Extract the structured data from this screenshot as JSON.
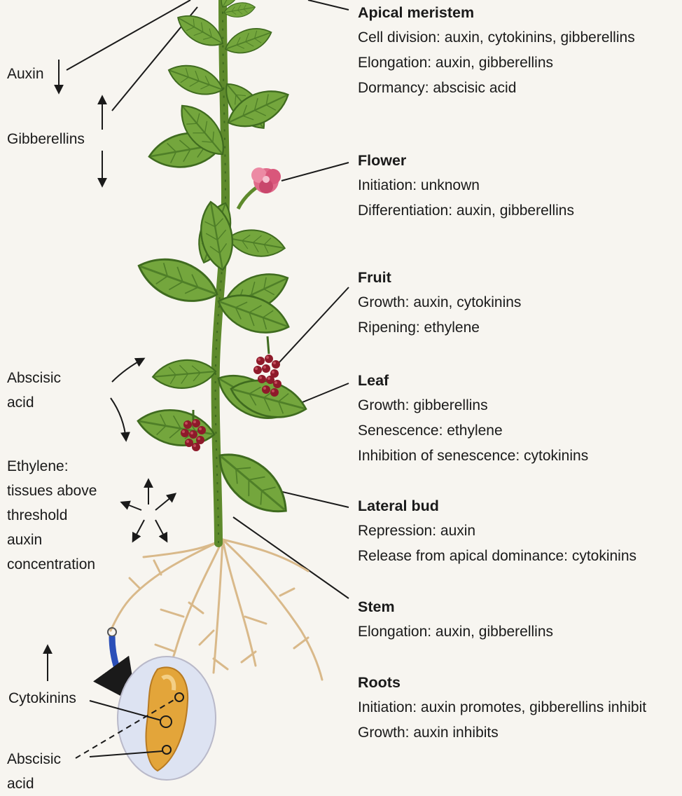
{
  "right_labels": {
    "apical": {
      "title": "Apical meristem",
      "lines": [
        "Cell division: auxin, cytokinins, gibberellins",
        "Elongation: auxin, gibberellins",
        "Dormancy: abscisic acid"
      ]
    },
    "flower": {
      "title": "Flower",
      "lines": [
        "Initiation: unknown",
        "Differentiation: auxin, gibberellins"
      ]
    },
    "fruit": {
      "title": "Fruit",
      "lines": [
        "Growth: auxin, cytokinins",
        "Ripening: ethylene"
      ]
    },
    "leaf": {
      "title": "Leaf",
      "lines": [
        "Growth: gibberellins",
        "Senescence: ethylene",
        "Inhibition of senescence: cytokinins"
      ]
    },
    "lateral_bud": {
      "title": "Lateral bud",
      "lines": [
        "Repression: auxin",
        "Release from apical dominance: cytokinins"
      ]
    },
    "stem": {
      "title": "Stem",
      "lines": [
        "Elongation: auxin, gibberellins"
      ]
    },
    "roots": {
      "title": "Roots",
      "lines": [
        "Initiation: auxin promotes, gibberellins inhibit",
        "Growth: auxin inhibits"
      ]
    }
  },
  "left_labels": {
    "auxin": "Auxin",
    "gibberellins": "Gibberellins",
    "abscisic_top": [
      "Abscisic",
      "acid"
    ],
    "ethylene": [
      "Ethylene:",
      "tissues above",
      "threshold",
      "auxin",
      "concentration"
    ],
    "cytokinins": "Cytokinins",
    "abscisic_bottom": [
      "Abscisic",
      "acid"
    ]
  },
  "colors": {
    "leaf": "#6fa03a",
    "leaf_dark": "#3f6b1f",
    "stem": "#5e8a2c",
    "root": "#d9b98a",
    "fruit": "#8e1a2a",
    "flower": "#e06a8a",
    "tuber": "#e3a53a",
    "arrow_blue": "#2b4fb8"
  }
}
